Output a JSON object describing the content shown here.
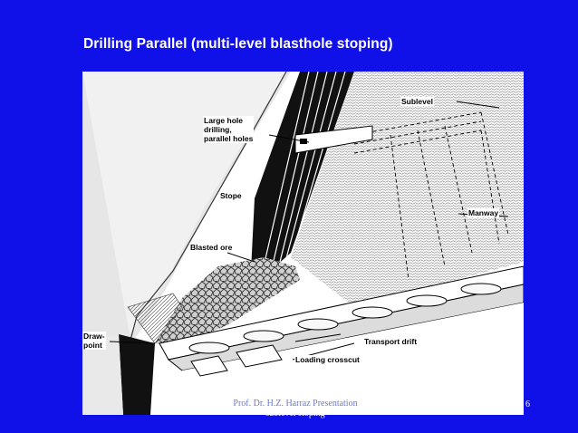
{
  "slide": {
    "title": "Drilling Parallel (multi-level blasthole stoping)",
    "page_number": "6"
  },
  "labels": {
    "drilling": "Large hole\ndrilling,\nparallel holes",
    "sublevel": "Sublevel",
    "stope": "Stope",
    "manway": "Manway",
    "blasted_ore": "Blasted ore",
    "drawpoint": "Draw-\npoint",
    "transport_drift": "Transport drift",
    "loading_crosscut": "Loading crosscut"
  },
  "footer": {
    "author": "Prof. Dr. H.Z. Harraz Presentation",
    "subtitle": "sublevel stoping"
  }
}
